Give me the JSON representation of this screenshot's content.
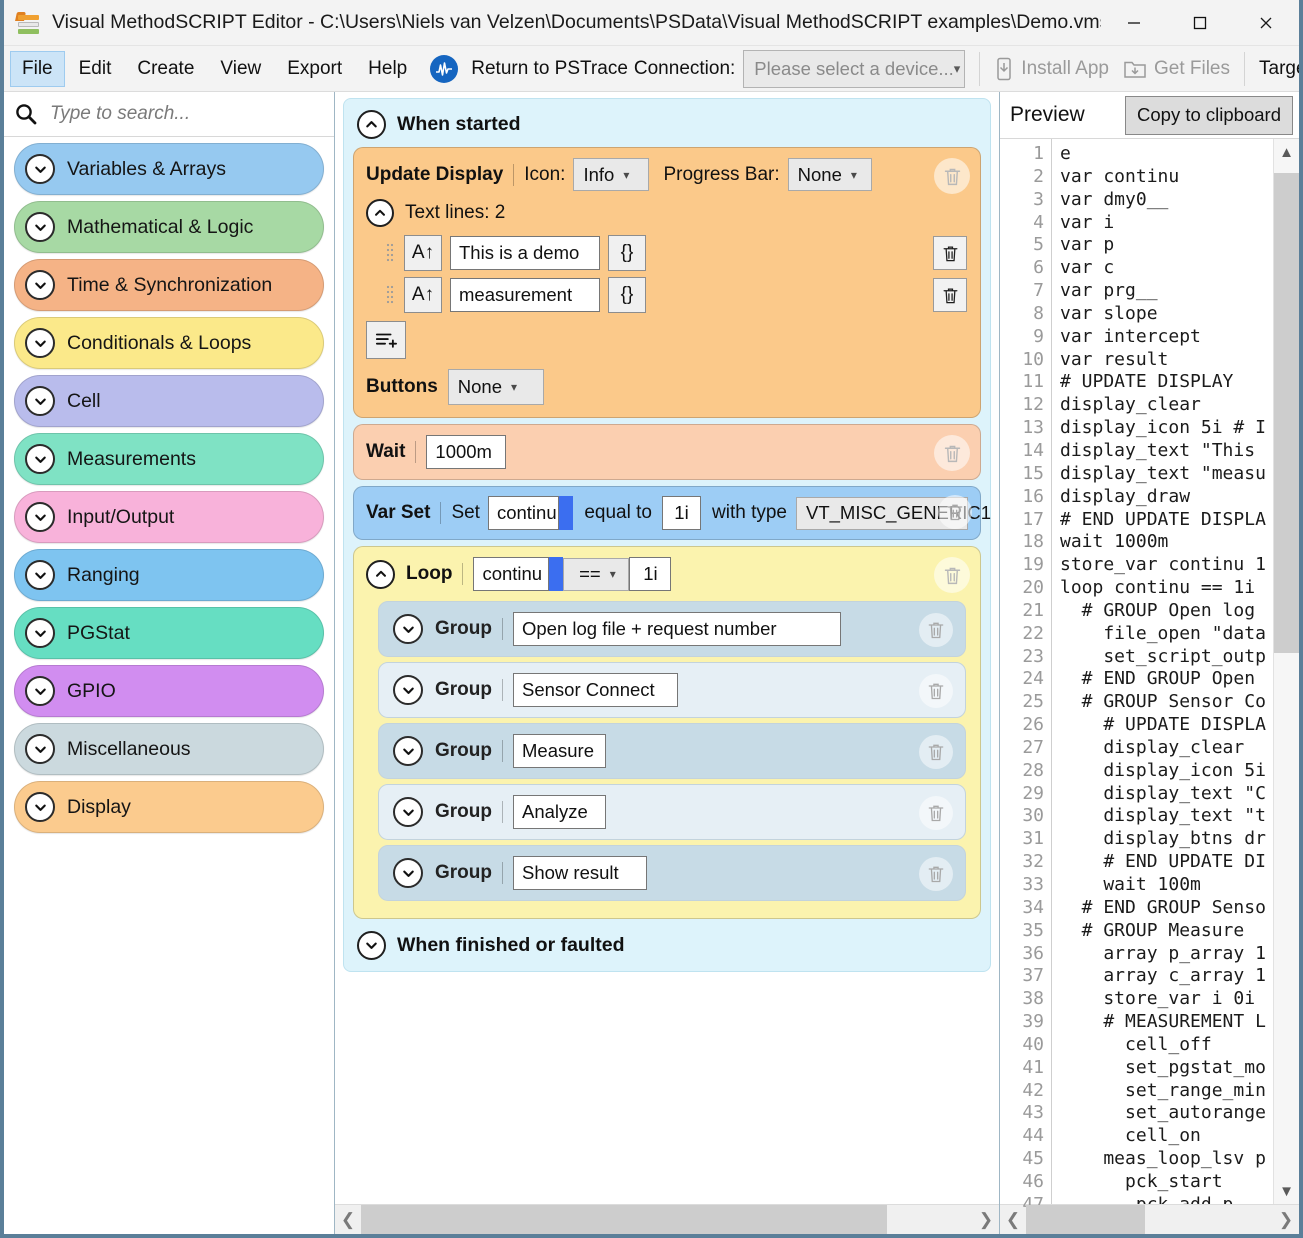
{
  "window": {
    "title": "Visual MethodSCRIPT Editor - C:\\Users\\Niels van Velzen\\Documents\\PSData\\Visual MethodSCRIPT examples\\Demo.vmscr",
    "minimize_label": "Minimize",
    "maximize_label": "Maximize",
    "close_label": "Close"
  },
  "menubar": {
    "items": [
      {
        "label": "File",
        "active": true
      },
      {
        "label": "Edit",
        "active": false
      },
      {
        "label": "Create",
        "active": false
      },
      {
        "label": "View",
        "active": false
      },
      {
        "label": "Export",
        "active": false
      },
      {
        "label": "Help",
        "active": false
      }
    ],
    "return_label": "Return to PSTrace",
    "connection_label": "Connection:",
    "device_value": "Please select a device...",
    "install_app_label": "Install App",
    "get_files_label": "Get Files",
    "target_label": "Target instrument:"
  },
  "sidebar": {
    "search_placeholder": "Type to search...",
    "search_value": "",
    "categories": [
      {
        "label": "Variables & Arrays",
        "color": "#96c9f0"
      },
      {
        "label": "Mathematical & Logic",
        "color": "#a7d9a4"
      },
      {
        "label": "Time & Synchronization",
        "color": "#f5b386"
      },
      {
        "label": "Conditionals & Loops",
        "color": "#fbe98a"
      },
      {
        "label": "Cell",
        "color": "#b9bcec"
      },
      {
        "label": "Measurements",
        "color": "#7fe2c4"
      },
      {
        "label": "Input/Output",
        "color": "#f8b2da"
      },
      {
        "label": "Ranging",
        "color": "#7ec4f0"
      },
      {
        "label": "PGStat",
        "color": "#66dec2"
      },
      {
        "label": "GPIO",
        "color": "#d18df0"
      },
      {
        "label": "Miscellaneous",
        "color": "#cbd9de"
      },
      {
        "label": "Display",
        "color": "#fbcb8e"
      }
    ]
  },
  "editor": {
    "scope_start_label": "When started",
    "scope_end_label": "When finished or faulted",
    "update_display": {
      "title": "Update Display",
      "icon_label": "Icon:",
      "icon_value": "Info",
      "progress_label": "Progress Bar:",
      "progress_value": "None",
      "text_lines_label": "Text lines: 2",
      "lines": [
        {
          "format_icon": "A↑",
          "value": "This is a demo",
          "brace": "{}"
        },
        {
          "format_icon": "A↑",
          "value": "measurement",
          "brace": "{}"
        }
      ],
      "add_line_label": "add-line",
      "buttons_label": "Buttons",
      "buttons_value": "None"
    },
    "wait": {
      "title": "Wait",
      "value": "1000m"
    },
    "var_set": {
      "title": "Var Set",
      "set_label": "Set",
      "var_value": "continu",
      "equal_label": "equal to",
      "amount_value": "1i",
      "type_label": "with type",
      "type_value": "VT_MISC_GENERIC1"
    },
    "loop": {
      "title": "Loop",
      "var_value": "continu",
      "operator_value": "==",
      "compare_value": "1i",
      "groups": [
        {
          "label": "Group",
          "name": "Open log file + request number"
        },
        {
          "label": "Group",
          "name": "Sensor Connect"
        },
        {
          "label": "Group",
          "name": "Measure"
        },
        {
          "label": "Group",
          "name": "Analyze"
        },
        {
          "label": "Group",
          "name": "Show result"
        }
      ]
    }
  },
  "preview": {
    "title": "Preview",
    "copy_label": "Copy to clipboard",
    "lines": [
      "e",
      "var continu",
      "var dmy0__",
      "var i",
      "var p",
      "var c",
      "var prg__",
      "var slope",
      "var intercept",
      "var result",
      "# UPDATE DISPLAY",
      "display_clear",
      "display_icon 5i # I",
      "display_text \"This ",
      "display_text \"measu",
      "display_draw",
      "# END UPDATE DISPLA",
      "wait 1000m",
      "store_var continu 1",
      "loop continu == 1i",
      "  # GROUP Open log ",
      "    file_open \"data",
      "    set_script_outp",
      "  # END GROUP Open ",
      "  # GROUP Sensor Co",
      "    # UPDATE DISPLA",
      "    display_clear",
      "    display_icon 5i",
      "    display_text \"C",
      "    display_text \"t",
      "    display_btns dr",
      "    # END UPDATE DI",
      "    wait 100m",
      "  # END GROUP Senso",
      "  # GROUP Measure",
      "    array p_array 1",
      "    array c_array 1",
      "    store_var i 0i",
      "    # MEASUREMENT L",
      "      cell_off",
      "      set_pgstat_mo",
      "      set_range_min",
      "      set_autorange",
      "      cell_on",
      "    meas_loop_lsv p",
      "      pck_start",
      "       pck_add p"
    ],
    "first_line_number": 1
  }
}
